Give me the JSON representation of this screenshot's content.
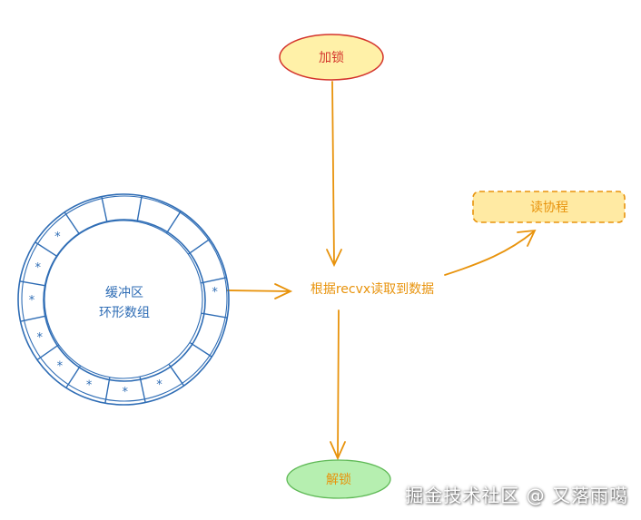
{
  "nodes": {
    "lock": "加锁",
    "read_goroutine": "读协程",
    "process": "根据recvx读取到数据",
    "unlock": "解锁",
    "buffer_line1": "缓冲区",
    "buffer_line2": "环形数组",
    "slot_marker": "*"
  },
  "watermark": "掘金技术社区 @ 又落雨噶",
  "colors": {
    "orange": "#e8930c",
    "blue": "#2f6db5",
    "red": "#d4342c",
    "lock_fill": "#fff1a8",
    "unlock_fill": "#b6efb0",
    "read_fill": "#ffeaa3"
  }
}
